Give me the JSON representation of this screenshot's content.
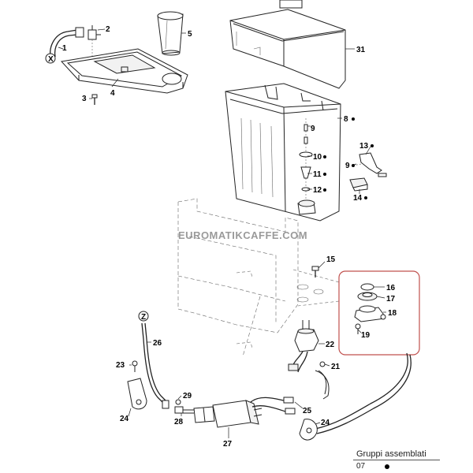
{
  "watermark": "EUROMATIKCAFFE.COM",
  "footer": {
    "title": "Gruppi assemblati",
    "page": "07"
  },
  "markers": {
    "x": "X",
    "z": "Z"
  },
  "callouts": {
    "c1": "1",
    "c2": "2",
    "c3": "3",
    "c4": "4",
    "c5": "5",
    "c31": "31",
    "c8": "8",
    "c9a": "9",
    "c10": "10",
    "c11": "11",
    "c12": "12",
    "c13": "13",
    "c9b": "9",
    "c14": "14",
    "c15": "15",
    "c16": "16",
    "c17": "17",
    "c18": "18",
    "c19": "19",
    "c22": "22",
    "c21": "21",
    "c26": "26",
    "c23": "23",
    "c24a": "24",
    "c29": "29",
    "c28": "28",
    "c27": "27",
    "c25": "25",
    "c24b": "24"
  },
  "colors": {
    "highlight_box": "#c0504d",
    "linework": "#222222",
    "watermark": "#9a9a9a"
  }
}
